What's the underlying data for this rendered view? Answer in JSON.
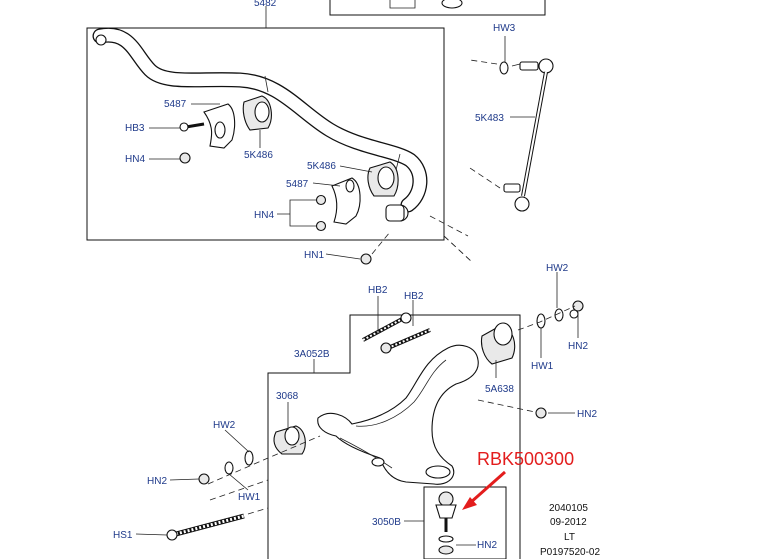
{
  "labels": {
    "assy_5482": "5482",
    "hw3": "HW3",
    "l_5487_a": "5487",
    "hb3": "HB3",
    "hn4_a": "HN4",
    "l_5k486_a": "5K486",
    "l_5k483": "5K483",
    "l_5k486_b": "5K486",
    "l_5487_b": "5487",
    "hn4_b": "HN4",
    "hn1": "HN1",
    "hw2_a": "HW2",
    "hn2_a": "HN2",
    "hw1_a": "HW1",
    "hb2_a": "HB2",
    "hb2_b": "HB2",
    "l_3a052b": "3A052B",
    "l_5a638": "5A638",
    "l_3068": "3068",
    "hn2_b": "HN2",
    "hw2_b": "HW2",
    "hn2_c": "HN2",
    "hw1_b": "HW1",
    "hs1": "HS1",
    "l_3050b": "3050B",
    "hn2_d": "HN2"
  },
  "callout": {
    "text": "RBK500300",
    "color": "#e31d1d"
  },
  "meta": {
    "code": "2040105",
    "date": "09-2012",
    "side": "LT",
    "ref": "P0197520-02"
  },
  "colors": {
    "label": "#1f3a8a",
    "line": "#222222"
  }
}
